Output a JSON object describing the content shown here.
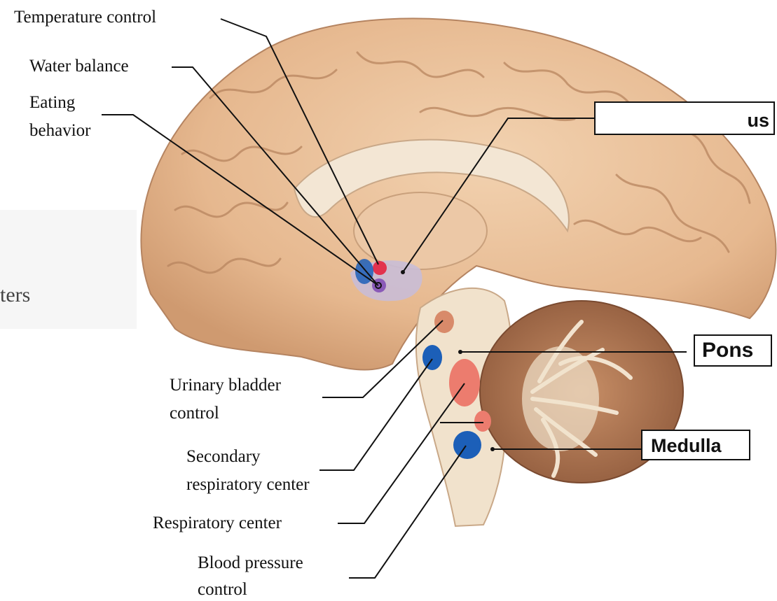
{
  "labels": {
    "temperature_control": "Temperature control",
    "water_balance": "Water balance",
    "eating_behavior_1": "Eating",
    "eating_behavior_2": "behavior",
    "urinary_1": "Urinary bladder",
    "urinary_2": "control",
    "secondary_1": "Secondary",
    "secondary_2": "respiratory center",
    "respiratory_center": "Respiratory center",
    "blood_pressure_1": "Blood pressure",
    "blood_pressure_2": "control",
    "partial_text": "ters"
  },
  "boxes": {
    "hypothalamus_partial": "us",
    "pons": "Pons",
    "medulla": "Medulla"
  },
  "colors": {
    "brain": "#eac09a",
    "brain_dark": "#c9946c",
    "brainstem": "#f1e2cc",
    "corpus_callosum": "#f3e6d4",
    "blue_center": "#1c5fb8",
    "red_center": "#e2324e",
    "salmon_center": "#ec7c6e",
    "purple": "#8a5ab8",
    "hypo_region": "#c9bcd6",
    "cerebellum": "#b07a55"
  }
}
